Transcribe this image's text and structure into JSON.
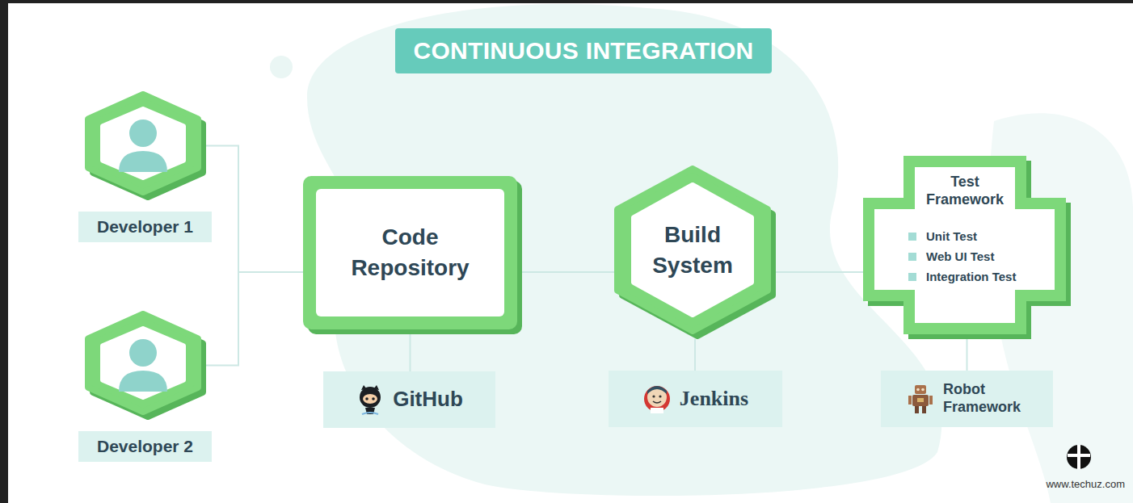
{
  "diagram": {
    "title": "CONTINUOUS INTEGRATION",
    "nodes": [
      {
        "text": [
          "Developer 1"
        ]
      },
      {
        "text": [
          "Developer 2"
        ]
      },
      {
        "text": [
          "Code Repository"
        ]
      },
      {
        "text": [
          "GitHub"
        ]
      },
      {
        "text": [
          "Build System"
        ]
      },
      {
        "text": [
          "Jenkins"
        ]
      },
      {
        "text": [
          "Test Framework",
          "Unit Test",
          "Web UI Test",
          "Integration Test"
        ]
      },
      {
        "text": [
          "Robot Framework"
        ]
      }
    ],
    "edges": [
      {
        "from": 0,
        "to": 2,
        "arrow": "none"
      },
      {
        "from": 1,
        "to": 2,
        "arrow": "none"
      },
      {
        "from": 2,
        "to": 3,
        "arrow": "none"
      },
      {
        "from": 2,
        "to": 4,
        "arrow": "none"
      },
      {
        "from": 4,
        "to": 5,
        "arrow": "none"
      },
      {
        "from": 4,
        "to": 6,
        "arrow": "none"
      },
      {
        "from": 6,
        "to": 7,
        "arrow": "none"
      }
    ],
    "labels": [
      "www.techuz.com"
    ]
  }
}
